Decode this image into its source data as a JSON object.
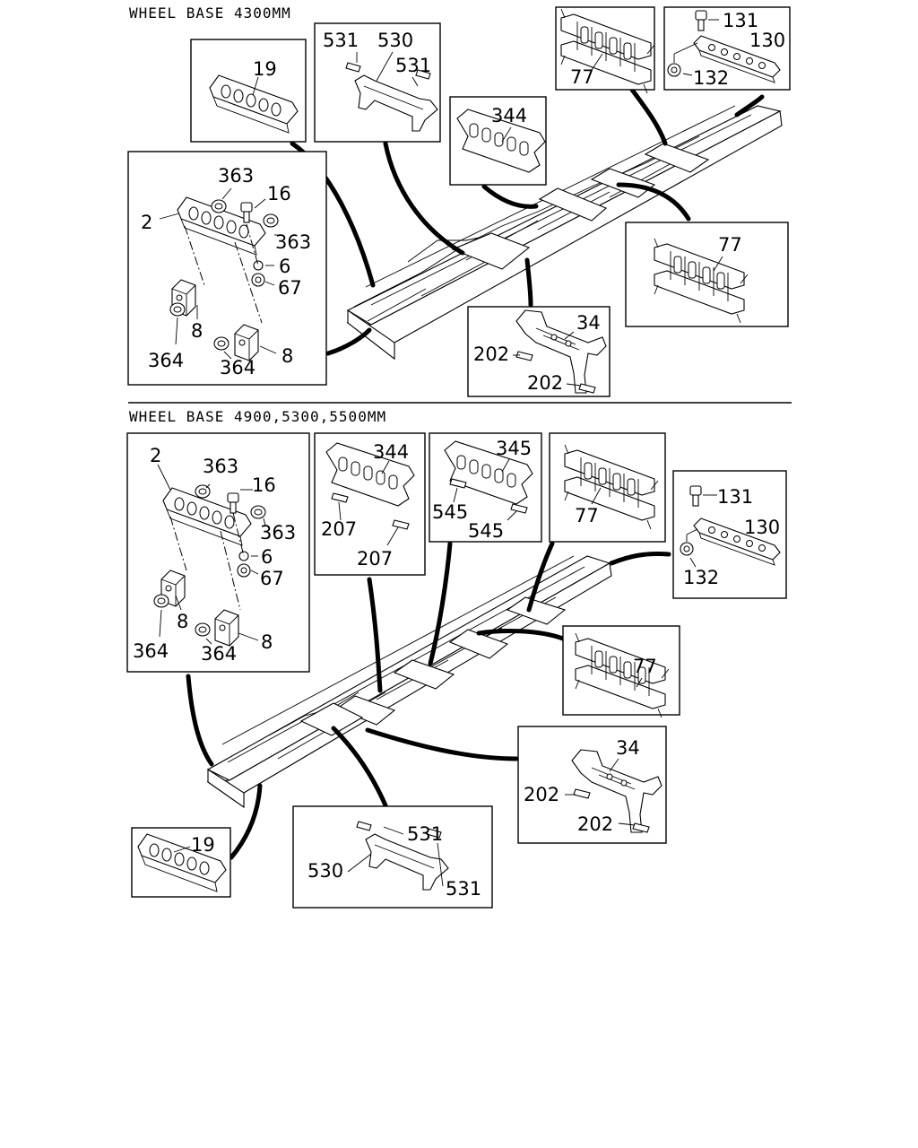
{
  "sections": [
    {
      "id": "top",
      "header": "WHEEL BASE 4300MM"
    },
    {
      "id": "bottom",
      "header": "WHEEL BASE 4900,5300,5500MM"
    }
  ],
  "labels": {
    "top": {
      "b19": [
        "19"
      ],
      "b530": [
        "531",
        "530",
        "531"
      ],
      "b344": [
        "344"
      ],
      "b77a": [
        "77"
      ],
      "b130": [
        "131",
        "130",
        "132"
      ],
      "b77b": [
        "77"
      ],
      "b34": [
        "34",
        "202",
        "202"
      ],
      "bdetail": [
        "363",
        "16",
        "2",
        "363",
        "6",
        "67",
        "8",
        "364",
        "364",
        "8"
      ]
    },
    "bottom": {
      "bdetail": [
        "2",
        "363",
        "16",
        "363",
        "6",
        "67",
        "8",
        "364",
        "364",
        "8"
      ],
      "b344": [
        "344",
        "207",
        "207"
      ],
      "b345": [
        "345",
        "545",
        "545"
      ],
      "b77a": [
        "77"
      ],
      "b130": [
        "131",
        "130",
        "132"
      ],
      "b77b": [
        "77"
      ],
      "b34": [
        "34",
        "202",
        "202"
      ],
      "b19": [
        "19"
      ],
      "b530": [
        "531",
        "530",
        "531"
      ]
    }
  }
}
